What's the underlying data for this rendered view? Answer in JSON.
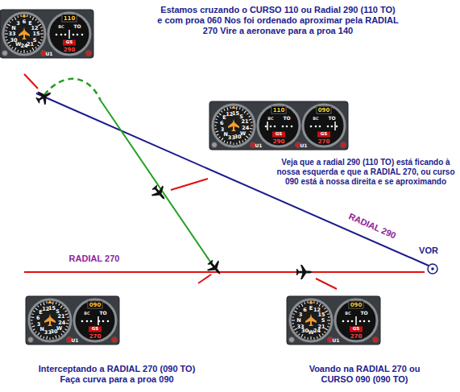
{
  "diagram": {
    "labels": [
      "Estamos cruzando o CURSO 110 ou Radial 290 (110 TO) e com proa 060 Nos foi ordenado aproximar pela RADIAL 270 Vire a aeronave para a proa 140",
      "Veja que a radial 290 (110 TO) está ficando à nossa esquerda e que a RADIAL 270, ou curso 090 está à nossa direita e se aproximando",
      "RADIAL 290",
      "RADIAL 270",
      "VOR",
      "Interceptando a RADIAL 270 (090 TO) Faça curva para a proa 090",
      "Voando na RADIAL 270 ou CURSO 090 (090 TO)",
      "N",
      "3",
      "6",
      "E",
      "12",
      "15",
      "S",
      "21",
      "24",
      "W",
      "30",
      "33",
      "BC",
      "TO",
      "110",
      "GS",
      "290",
      "U1",
      "N",
      "3",
      "6",
      "E",
      "12",
      "15",
      "S",
      "21",
      "24",
      "W",
      "30",
      "33",
      "BC",
      "TO",
      "110",
      "GS",
      "290",
      "U1",
      "BC",
      "TO",
      "090",
      "GS",
      "270",
      "U1",
      "N",
      "3",
      "6",
      "E",
      "12",
      "15",
      "S",
      "21",
      "24",
      "W",
      "30",
      "33",
      "BC",
      "TO",
      "090",
      "GS",
      "270",
      "U1",
      "N",
      "3",
      "6",
      "E",
      "12",
      "15",
      "S",
      "21",
      "24",
      "W",
      "30",
      "33",
      "BC",
      "TO",
      "090",
      "GS",
      "270",
      "U1"
    ]
  }
}
